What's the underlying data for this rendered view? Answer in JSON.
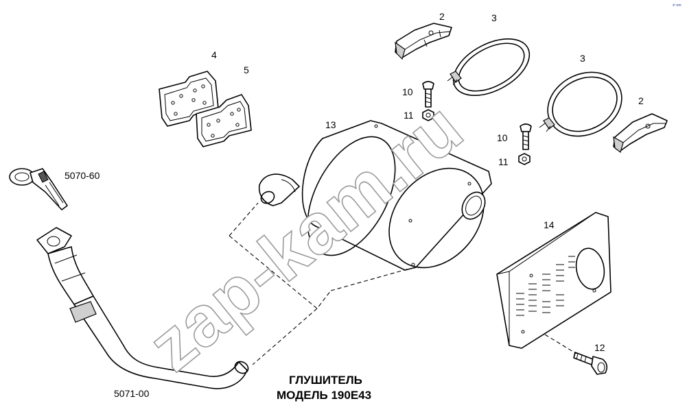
{
  "title": {
    "line1": "ГЛУШИТЕЛЬ",
    "line2": "МОДЕЛЬ 190Е43"
  },
  "watermark": "zap-kam.ru",
  "corner_mark": "z² om",
  "callouts": {
    "p2a": "2",
    "p2b": "2",
    "p3a": "3",
    "p3b": "3",
    "p4": "4",
    "p5": "5",
    "p10a": "10",
    "p10b": "10",
    "p11a": "11",
    "p11b": "11",
    "p12": "12",
    "p13": "13",
    "p14": "14",
    "ref_5070": "5070-60",
    "ref_5071": "5071-00"
  }
}
